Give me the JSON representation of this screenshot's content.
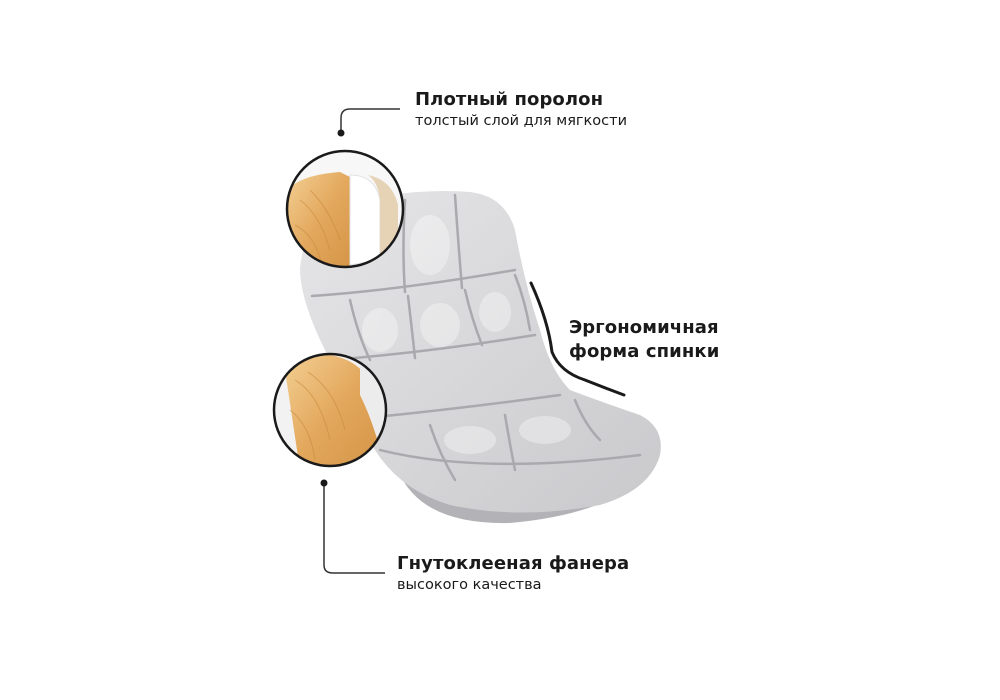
{
  "callouts": {
    "foam": {
      "title": "Плотный поролон",
      "subtitle": "толстый слой для мягкости"
    },
    "ergonomic": {
      "title_line1": "Эргономичная",
      "title_line2": "форма спинки"
    },
    "plywood": {
      "title": "Гнутоклееная фанера",
      "subtitle": "высокого качества"
    }
  },
  "colors": {
    "upholstery": "#d9d9dc",
    "upholstery_shadow": "#bdbdc1",
    "wood": "#e7b36a",
    "foam": "#f4f4f4",
    "line": "#1a1a1a"
  }
}
